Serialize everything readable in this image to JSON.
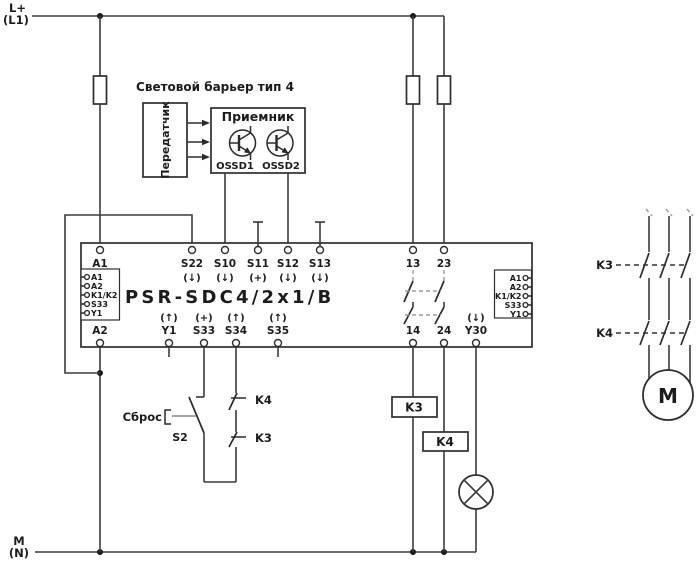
{
  "colors": {
    "line": "#3c3c3c",
    "mech_link": "#9c9c9c"
  },
  "power": {
    "top_label": "L+",
    "top_sublabel": "(L1)",
    "bottom_label": "M",
    "bottom_sublabel": "(N)"
  },
  "light_barrier": {
    "title": "Световой барьер тип 4",
    "transmitter": "Передатчик",
    "receiver": "Приемник",
    "ossd1": "OSSD1",
    "ossd2": "OSSD2"
  },
  "relay": {
    "model": "PSR-SDC4/2x1/B",
    "top": [
      {
        "name": "A1",
        "mod": ""
      },
      {
        "name": "S22",
        "mod": "(↓)"
      },
      {
        "name": "S10",
        "mod": "(↓)"
      },
      {
        "name": "S11",
        "mod": "(+)"
      },
      {
        "name": "S12",
        "mod": "(↓)"
      },
      {
        "name": "S13",
        "mod": "(↓)"
      },
      {
        "name": "13",
        "mod": ""
      },
      {
        "name": "23",
        "mod": ""
      }
    ],
    "bottom": [
      {
        "name": "A2",
        "mod": ""
      },
      {
        "name": "Y1",
        "mod": "(↑)"
      },
      {
        "name": "S33",
        "mod": "(+)"
      },
      {
        "name": "S34",
        "mod": "(↑)"
      },
      {
        "name": "S35",
        "mod": "(↑)"
      },
      {
        "name": "14",
        "mod": ""
      },
      {
        "name": "24",
        "mod": ""
      },
      {
        "name": "Y30",
        "mod": "(↓)"
      }
    ],
    "leds": [
      "A1",
      "A2",
      "K1/K2",
      "S33",
      "Y1"
    ]
  },
  "reset": {
    "label": "Сброс",
    "switch_id": "S2",
    "contact_k4": "K4",
    "contact_k3": "K3"
  },
  "coils": {
    "k3": "K3",
    "k4": "K4"
  },
  "motor_branch": {
    "k3": "K3",
    "k4": "K4",
    "motor": "M"
  }
}
